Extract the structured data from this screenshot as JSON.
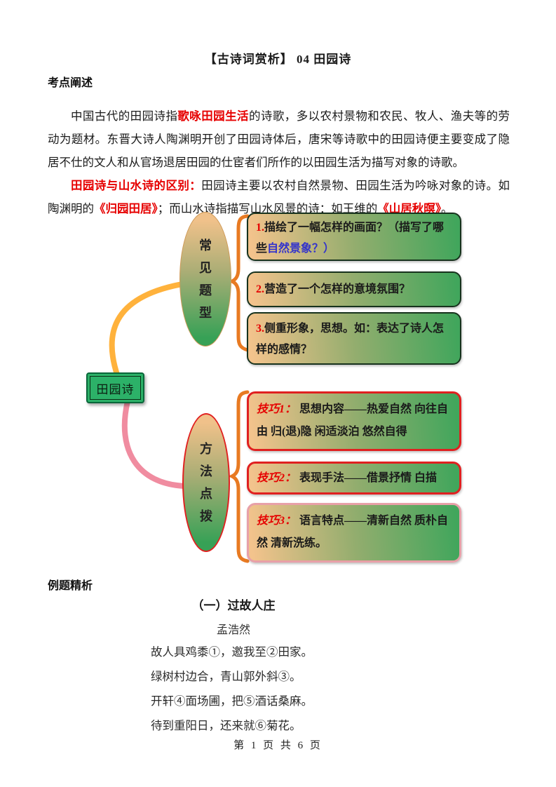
{
  "page": {
    "title": "【古诗词赏析】 04 田园诗",
    "footer": "第 1 页 共 6 页"
  },
  "colors": {
    "accent_red": "#e60000",
    "accent_blue": "#3333cc",
    "root_node_green": "#2cb168",
    "box_border_dark_green": "#17321d",
    "box_border_red": "#e02020",
    "box_border_pink": "#e8a0a8",
    "gradient_tan": "#f3c38c",
    "gradient_green": "#41a65c",
    "connector_orange": "#ffb23c",
    "connector_pink": "#f08ca0",
    "brace_orange": "#e87a22"
  },
  "sections": {
    "kaodian_heading": "考点阐述",
    "para1": {
      "seg1": "中国古代的田园诗指",
      "red1": "歌咏田园生活",
      "seg2": "的诗歌，多以农村景物和农民、牧人、渔夫等的劳动为题材。东晋大诗人陶渊明开创了田园诗体后，唐宋等诗歌中的田园诗便主要变成了隐居不仕的文人和从官场退居田园的仕宦者们所作的以田园生活为描写对象的诗歌。"
    },
    "para2": {
      "red_lead": "田园诗与山水诗的区别：",
      "seg1": "田园诗主要以农村自然景物、田园生活为吟咏对象的诗。如陶渊明的",
      "red2": "《归园田居》",
      "seg2": "；而山水诗指描写山水风景的诗：如王维的",
      "red3": "《山居秋暝》",
      "seg3": "。"
    }
  },
  "diagram": {
    "root_label": "田园诗",
    "branch1": {
      "label": "常见题型",
      "chars": [
        "常",
        "见",
        "题",
        "型"
      ],
      "items": [
        {
          "num": "1.",
          "text": "描绘了一幅怎样的画面？（描写了哪些",
          "blue": "自然景象？）"
        },
        {
          "num": "2.",
          "text": "营造了一个怎样的意境氛围？"
        },
        {
          "num": "3.",
          "text": "侧重形象，思想。如：表达了诗人怎样的感情？"
        }
      ]
    },
    "branch2": {
      "label": "方法点拨",
      "chars": [
        "方",
        "法",
        "点",
        "拨"
      ],
      "items": [
        {
          "lead": "技巧1：",
          "text": "思想内容——热爱自然 向往自由 归(退)隐 闲适淡泊 悠然自得"
        },
        {
          "lead": "技巧2：",
          "text": "表现手法——借景抒情 白描"
        },
        {
          "lead": "技巧3：",
          "text": "语言特点——清新自然 质朴自然 清新洗练。"
        }
      ]
    }
  },
  "example": {
    "heading": "例题精析",
    "poem_title": "（一）过故人庄",
    "poet": "孟浩然",
    "lines": [
      "故人具鸡黍①，邀我至②田家。",
      "绿树村边合，青山郭外斜③。",
      "开轩④面场圃，把⑤酒话桑麻。",
      "待到重阳日，还来就⑥菊花。"
    ]
  }
}
